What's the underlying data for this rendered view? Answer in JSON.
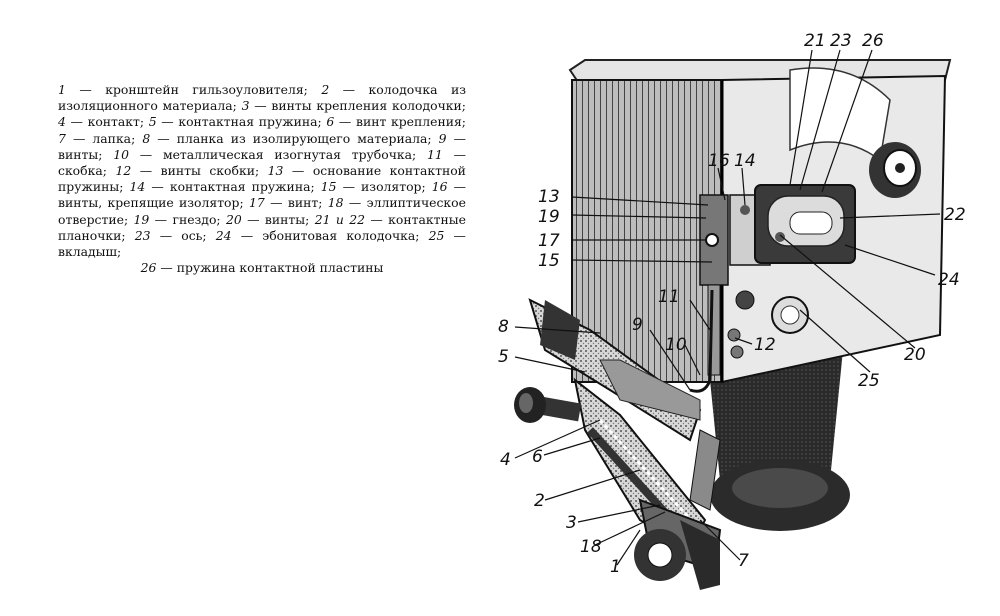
{
  "legend": [
    {
      "num": "1",
      "text": "кронштейн гильзоуловителя;"
    },
    {
      "num": "2",
      "text": "колодочка из изоляционного материала;"
    },
    {
      "num": "3",
      "text": "винты крепления колодочки;"
    },
    {
      "num": "4",
      "text": "контакт;"
    },
    {
      "num": "5",
      "text": "контактная пружина;"
    },
    {
      "num": "6",
      "text": "винт крепления;"
    },
    {
      "num": "7",
      "text": "лапка;"
    },
    {
      "num": "8",
      "text": "планка из изолирующего материала;"
    },
    {
      "num": "9",
      "text": "винты;"
    },
    {
      "num": "10",
      "text": "металлическая изогнутая трубочка;"
    },
    {
      "num": "11",
      "text": "скобка;"
    },
    {
      "num": "12",
      "text": "винты скобки;"
    },
    {
      "num": "13",
      "text": "основание контактной пружины;"
    },
    {
      "num": "14",
      "text": "контактная пружина;"
    },
    {
      "num": "15",
      "text": "изолятор;"
    },
    {
      "num": "16",
      "text": "винты, крепящие изолятор;"
    },
    {
      "num": "17",
      "text": "винт;"
    },
    {
      "num": "18",
      "text": "эллиптическое отверстие;"
    },
    {
      "num": "19",
      "text": "гнездо;"
    },
    {
      "num": "20",
      "text": "винты;"
    },
    {
      "num": "21 и 22",
      "text": "контактные планочки;"
    },
    {
      "num": "23",
      "text": "ось;"
    },
    {
      "num": "24",
      "text": "эбонитовая колодочка;"
    },
    {
      "num": "25",
      "text": "вкладыш;"
    },
    {
      "num": "26",
      "text": "пружина контактной пластины"
    }
  ],
  "figure_labels": {
    "l1": "1",
    "l2": "2",
    "l3": "3",
    "l4": "4",
    "l5": "5",
    "l6": "6",
    "l7": "7",
    "l8": "8",
    "l9": "9",
    "l10": "10",
    "l11": "11",
    "l12": "12",
    "l13": "13",
    "l14": "14",
    "l15": "15",
    "l16": "16",
    "l17": "17",
    "l18": "18",
    "l19": "19",
    "l20": "20",
    "l21": "21",
    "l22": "22",
    "l23": "23",
    "l24": "24",
    "l25": "25",
    "l26": "26"
  }
}
